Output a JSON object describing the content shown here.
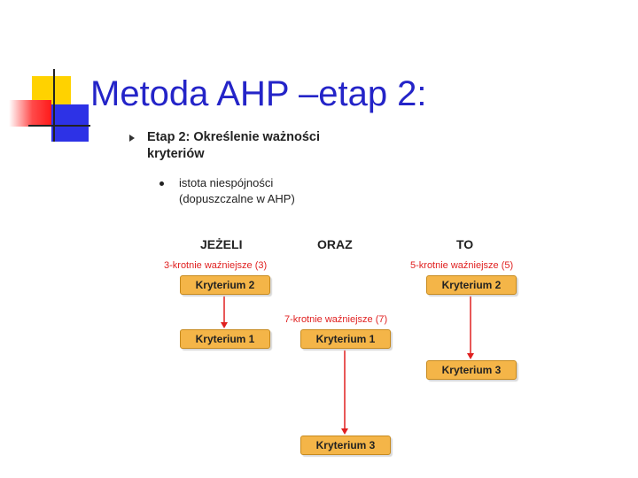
{
  "title": "Metoda AHP –etap 2:",
  "bullet1": {
    "bold": "Etap 2",
    "rest": ": Określenie ważności",
    "line2": "kryteriów"
  },
  "bullet2": {
    "line1": "istota niespójności",
    "line2": "(dopuszczalne w AHP)"
  },
  "diagram": {
    "columns": [
      {
        "header": "JEŻELI",
        "annotation": "3-krotnie waźniejsze (3)",
        "from": "Kryterium 2",
        "to": "Kryterium 1"
      },
      {
        "header": "ORAZ",
        "annotation": "7-krotnie waźniejsze (7)",
        "from": "Kryterium 1",
        "to": "Kryterium 3"
      },
      {
        "header": "TO",
        "annotation": "5-krotnie waźniejsze (5)",
        "from": "Kryterium 2",
        "to": "Kryterium 3"
      }
    ],
    "arrow_color": "#e02020"
  },
  "colors": {
    "title": "#2424c8",
    "box_fill": "#f4b548",
    "annotation": "#e02020"
  }
}
